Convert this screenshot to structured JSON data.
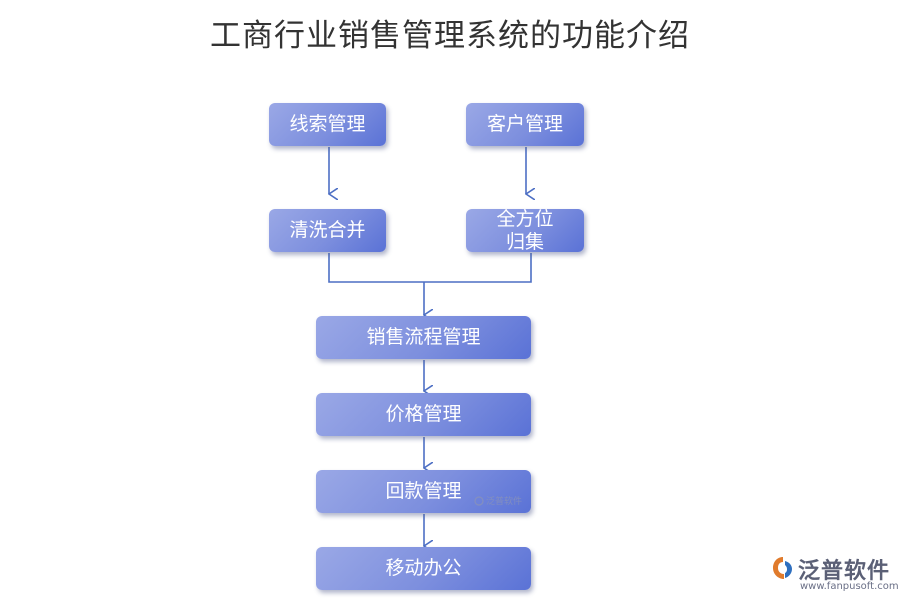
{
  "title": "工商行业销售管理系统的功能介绍",
  "nodes": {
    "lead_management": "线索管理",
    "customer_management": "客户管理",
    "cleaning_merging": "清洗合并",
    "all_round_line1": "全方位",
    "all_round_line2": "归集",
    "sales_process": "销售流程管理",
    "price_management": "价格管理",
    "payment_management": "回款管理",
    "mobile_office": "移动办公"
  },
  "watermark": {
    "text": "泛普软件"
  },
  "logo": {
    "name": "泛普软件",
    "url": "www.fanpusoft.com",
    "mark_colors": [
      "#e07b2c",
      "#2e6fbf"
    ]
  },
  "colors": {
    "box_light": "#9aa8e6",
    "box_dark": "#5a72d6",
    "connector": "#4d6fc4",
    "title": "#333333"
  }
}
